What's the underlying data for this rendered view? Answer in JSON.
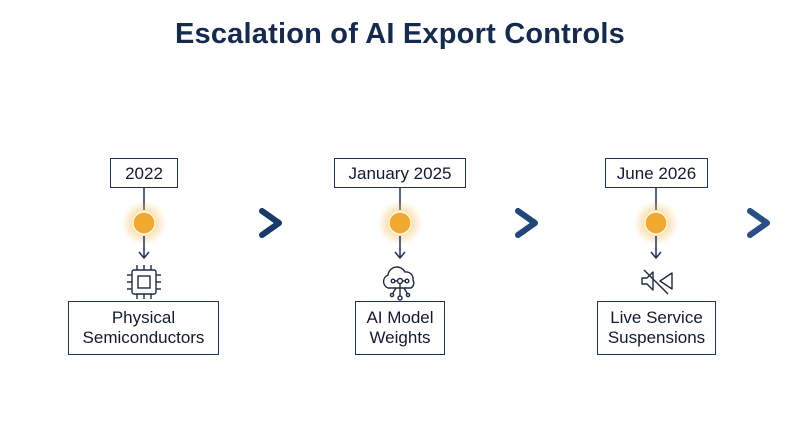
{
  "title": "Escalation of AI Export Controls",
  "colors": {
    "title": "#142a4f",
    "arrow_dark": "#142a4f",
    "arrow_light": "#2a4f86",
    "milestone": "#f2a72e",
    "box_border": "#1d3358"
  },
  "milestones": [
    {
      "date": "2022",
      "label_line1": "Physical",
      "label_line2": "Semiconductors",
      "icon": "chip-icon"
    },
    {
      "date": "January 2025",
      "label_line1": "AI Model",
      "label_line2": "Weights",
      "icon": "cloud-network-icon"
    },
    {
      "date": "June 2026",
      "label_line1": "Live Service",
      "label_line2": "Suspensions",
      "icon": "speaker-off-icon"
    }
  ]
}
